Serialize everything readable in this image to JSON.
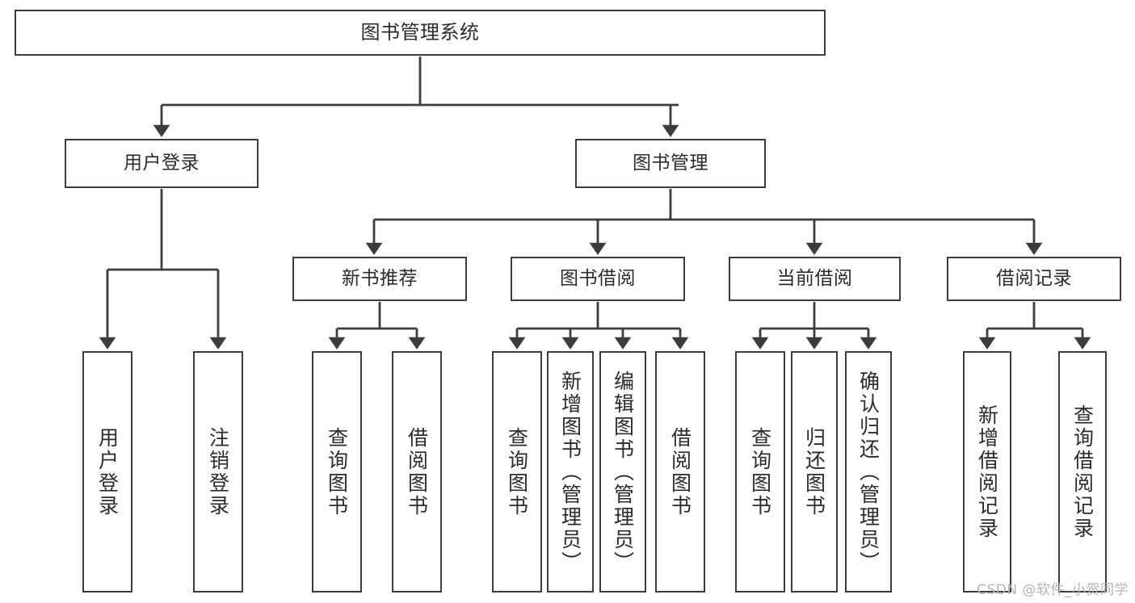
{
  "diagram": {
    "type": "tree",
    "title": "图书管理系统",
    "watermark": "CSDN @软件_小贺同学",
    "colors": {
      "box_border": "#3c3c3c",
      "box_fill": "#ffffff",
      "connector": "#3c3c3c",
      "text": "#2b2b2b",
      "watermark": "#b4b4b4"
    },
    "root": {
      "label": "图书管理系统"
    },
    "level2": [
      {
        "label": "用户登录"
      },
      {
        "label": "图书管理"
      }
    ],
    "level3": [
      {
        "label": "新书推荐"
      },
      {
        "label": "图书借阅"
      },
      {
        "label": "当前借阅"
      },
      {
        "label": "借阅记录"
      }
    ],
    "leaves": {
      "user_login": [
        {
          "label": "用户登录"
        },
        {
          "label": "注销登录"
        }
      ],
      "new_book_recommend": [
        {
          "label": "查询图书"
        },
        {
          "label": "借阅图书"
        }
      ],
      "book_borrow": [
        {
          "label": "查询图书"
        },
        {
          "label": "新增图书（管理员）"
        },
        {
          "label": "编辑图书（管理员）"
        },
        {
          "label": "借阅图书"
        }
      ],
      "current_borrow": [
        {
          "label": "查询图书"
        },
        {
          "label": "归还图书"
        },
        {
          "label": "确认归还（管理员）"
        }
      ],
      "borrow_record": [
        {
          "label": "新增借阅记录"
        },
        {
          "label": "查询借阅记录"
        }
      ]
    }
  }
}
